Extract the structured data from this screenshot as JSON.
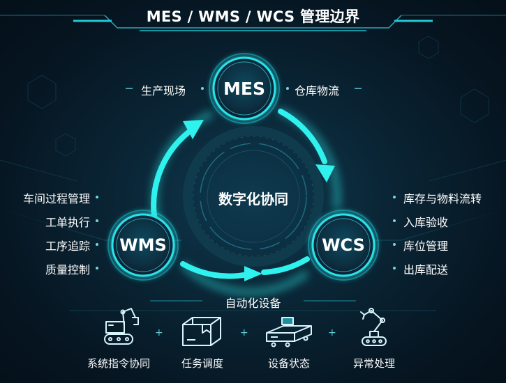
{
  "title": "MES / WMS / WCS 管理边界",
  "center_label": "数字化协同",
  "nodes": {
    "mes": "MES",
    "wms": "WMS",
    "wcs": "WCS"
  },
  "top_labels": {
    "left": "生产现场",
    "right": "仓库物流"
  },
  "left_items": [
    "车间过程管理",
    "工单执行",
    "工序追踪",
    "质量控制"
  ],
  "right_items": [
    "库存与物料流转",
    "入库验收",
    "库位管理",
    "出库配送"
  ],
  "bottom_section": {
    "title": "自动化设备",
    "devices": [
      {
        "label": "系统指令协同",
        "icon": "robotic-crane-icon"
      },
      {
        "label": "任务调度",
        "icon": "cargo-box-icon"
      },
      {
        "label": "设备状态",
        "icon": "agv-cart-icon"
      },
      {
        "label": "异常处理",
        "icon": "robot-arm-icon"
      }
    ]
  },
  "colors": {
    "accent": "#22e0e8",
    "arrow": "#2ff2ee",
    "background": "#071826",
    "node_fill": "#0b3346"
  }
}
